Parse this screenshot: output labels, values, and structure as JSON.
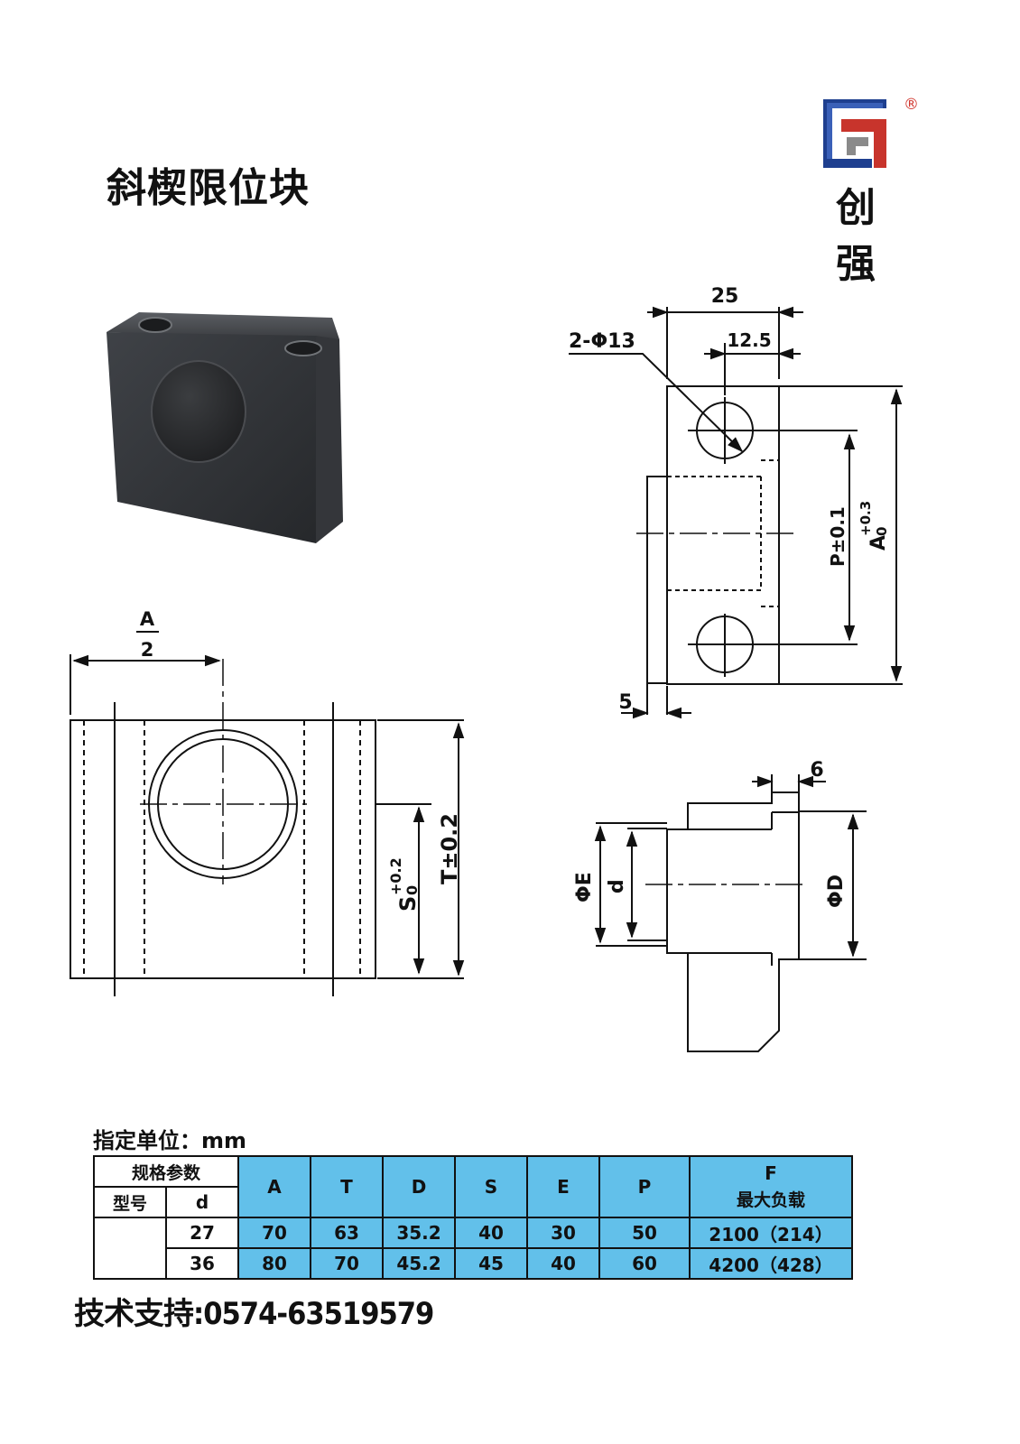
{
  "title": "斜楔限位块",
  "brand": {
    "char1": "创",
    "char2": "强",
    "registered": "®",
    "colors": {
      "blue": "#1e3f8f",
      "red": "#c8342c",
      "gray": "#8a8a8a"
    }
  },
  "photo": {
    "icon": "wedge-block-photo"
  },
  "drawings": {
    "front": {
      "top_dim_num": "A",
      "top_dim_den": "2",
      "s_label": "S",
      "s_tol_upper": "+0.2",
      "s_tol_lower": "0",
      "t_label": "T±0.2"
    },
    "top": {
      "dim_25": "25",
      "dim_12_5": "12.5",
      "hole_label": "2-Φ13",
      "p_label": "P±0.1",
      "a_label": "A",
      "a_tol_upper": "+0.3",
      "a_tol_lower": "0",
      "dim_5": "5"
    },
    "side": {
      "dim_6": "6",
      "phi_e": "ΦE",
      "d": "d",
      "phi_d": "ΦD"
    }
  },
  "table": {
    "unit_label": "指定单位：mm",
    "spec_params": "规格参数",
    "model": "型号",
    "d": "d",
    "columns": [
      "A",
      "T",
      "D",
      "S",
      "E",
      "P"
    ],
    "f_label": "F",
    "f_sub": "最大负载",
    "rows": [
      {
        "d": "27",
        "values": [
          "70",
          "63",
          "35.2",
          "40",
          "30",
          "50"
        ],
        "f": "2100（214）"
      },
      {
        "d": "36",
        "values": [
          "80",
          "70",
          "45.2",
          "45",
          "40",
          "60"
        ],
        "f": "4200（428）"
      }
    ],
    "header_color": "#62c0ea"
  },
  "support": "技术支持:0574-63519579"
}
